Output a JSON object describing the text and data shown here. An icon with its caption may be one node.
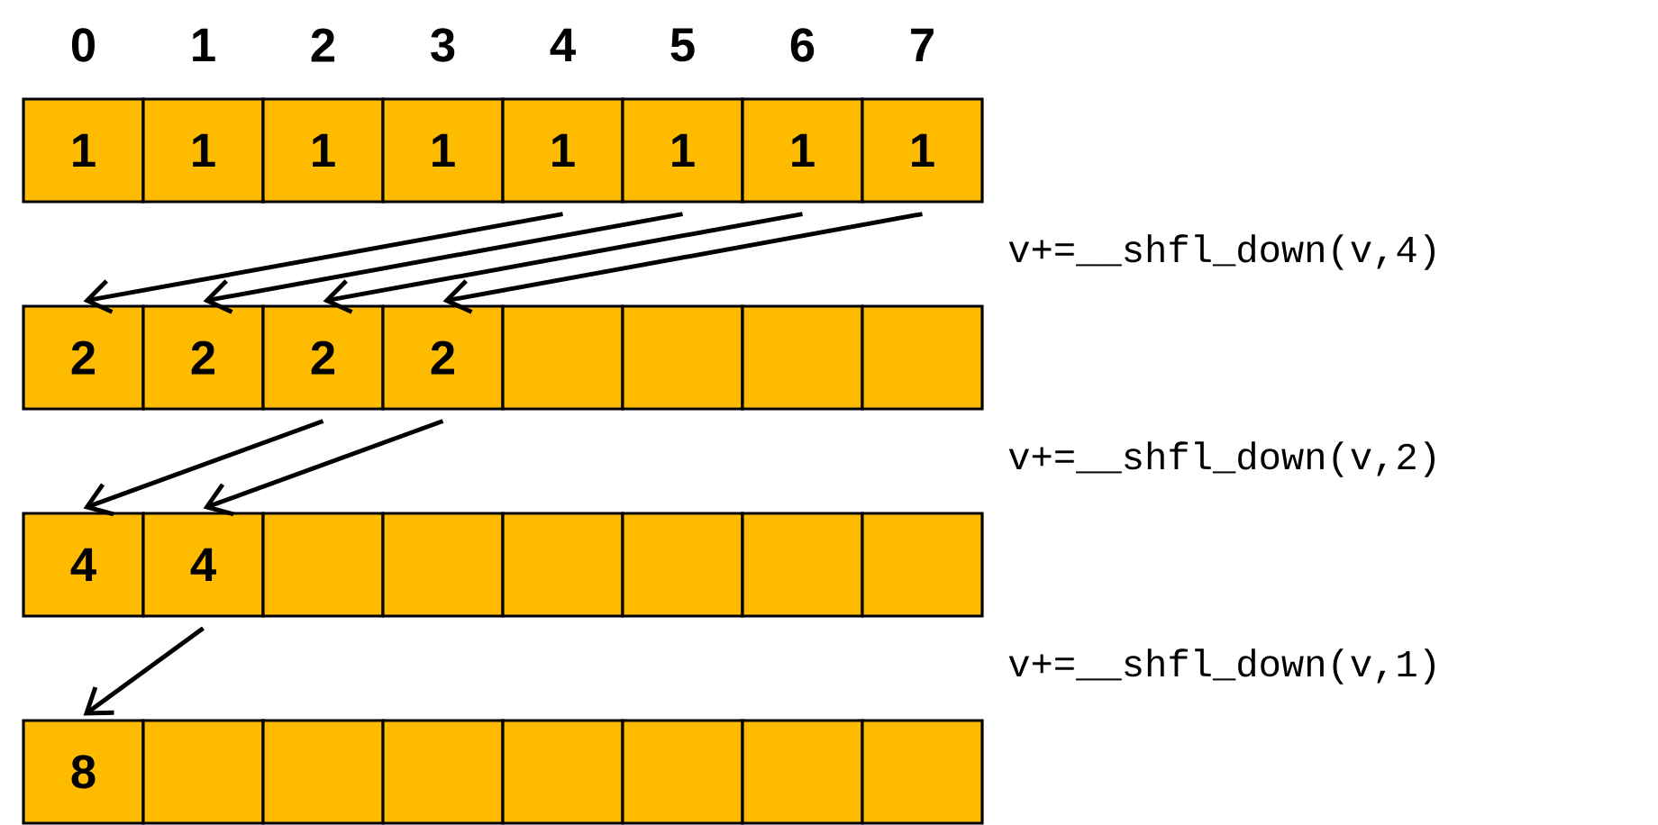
{
  "diagram": {
    "nodes": [
      {
        "text": [
          "1"
        ]
      },
      {
        "text": [
          "1"
        ]
      },
      {
        "text": [
          "1"
        ]
      },
      {
        "text": [
          "1"
        ]
      },
      {
        "text": [
          "1"
        ]
      },
      {
        "text": [
          "1"
        ]
      },
      {
        "text": [
          "1"
        ]
      },
      {
        "text": [
          "1"
        ]
      },
      {
        "text": [
          "2"
        ]
      },
      {
        "text": [
          "2"
        ]
      },
      {
        "text": [
          "2"
        ]
      },
      {
        "text": [
          "2"
        ]
      },
      {
        "text": [],
        "shape": "box"
      },
      {
        "text": [],
        "shape": "box"
      },
      {
        "text": [],
        "shape": "box"
      },
      {
        "text": [],
        "shape": "box"
      },
      {
        "text": [
          "4"
        ]
      },
      {
        "text": [
          "4"
        ]
      },
      {
        "text": [],
        "shape": "box"
      },
      {
        "text": [],
        "shape": "box"
      },
      {
        "text": [],
        "shape": "box"
      },
      {
        "text": [],
        "shape": "box"
      },
      {
        "text": [],
        "shape": "box"
      },
      {
        "text": [],
        "shape": "box"
      },
      {
        "text": [
          "8"
        ]
      },
      {
        "text": [],
        "shape": "box"
      },
      {
        "text": [],
        "shape": "box"
      },
      {
        "text": [],
        "shape": "box"
      },
      {
        "text": [],
        "shape": "box"
      },
      {
        "text": [],
        "shape": "box"
      },
      {
        "text": [],
        "shape": "box"
      },
      {
        "text": [],
        "shape": "box"
      }
    ],
    "edges": [
      {
        "from": 4,
        "to": 8,
        "arrow": "to"
      },
      {
        "from": 5,
        "to": 9,
        "arrow": "to"
      },
      {
        "from": 6,
        "to": 10,
        "arrow": "to"
      },
      {
        "from": 7,
        "to": 11,
        "arrow": "to"
      },
      {
        "from": 10,
        "to": 16,
        "arrow": "to"
      },
      {
        "from": 11,
        "to": 17,
        "arrow": "to"
      },
      {
        "from": 17,
        "to": 24,
        "arrow": "to"
      }
    ],
    "labels": [
      "0",
      "1",
      "2",
      "3",
      "4",
      "5",
      "6",
      "7",
      "v+=__shfl_down(v,4)",
      "v+=__shfl_down(v,2)",
      "v+=__shfl_down(v,1)"
    ]
  }
}
